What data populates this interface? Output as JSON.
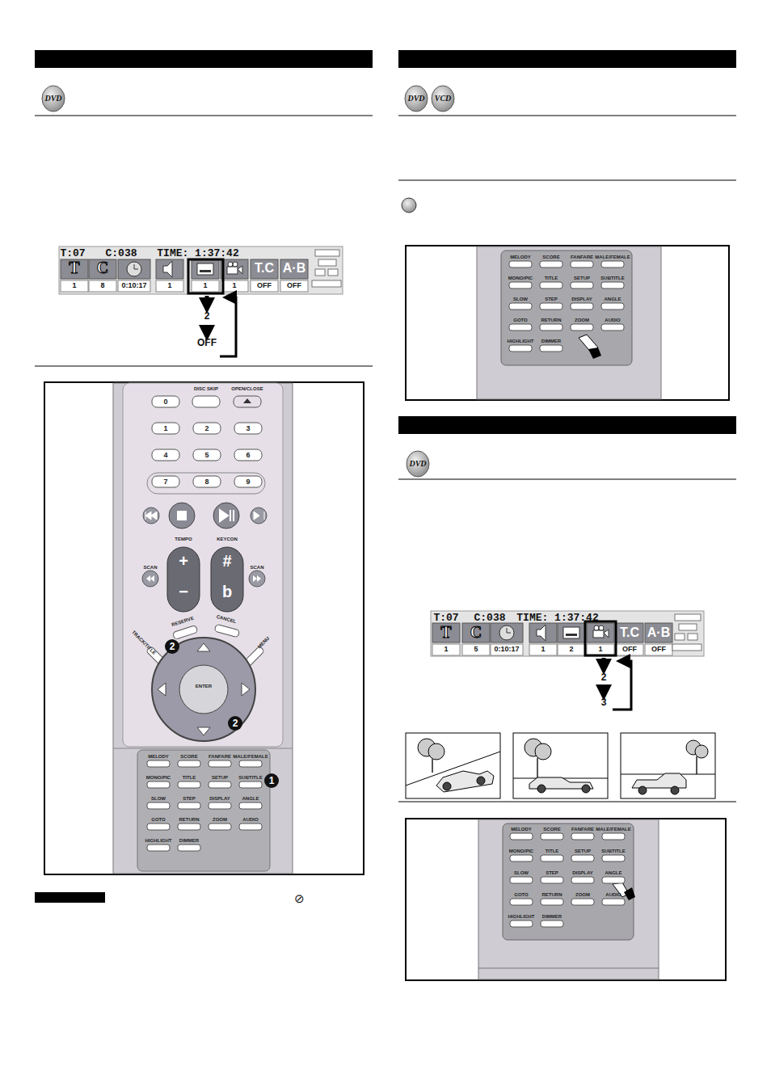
{
  "diagram": {
    "labels": [
      "DVD",
      "T:07",
      "C:038",
      "TIME: 1:37:42",
      "T",
      "C",
      "T.C",
      "A·B",
      "1",
      "8",
      "0:10:17",
      "1",
      "1",
      "1",
      "OFF",
      "OFF",
      "2",
      "OFF",
      "DISC SKIP",
      "OPEN/CLOSE",
      "0",
      "1",
      "2",
      "3",
      "4",
      "5",
      "6",
      "7",
      "8",
      "9",
      "TEMPO",
      "KEYCON",
      "SCAN",
      "SCAN",
      "+",
      "−",
      "#",
      "b",
      "RESERVE",
      "CANCEL",
      "TRACK/TITLE",
      "MENU",
      "ENTER",
      "2",
      "2",
      "1",
      "MELODY",
      "SCORE",
      "FANFARE",
      "MALE/FEMALE",
      "MONO/PIC",
      "TITLE",
      "SETUP",
      "SUBTITLE",
      "SLOW",
      "STEP",
      "DISPLAY",
      "ANGLE",
      "GOTO",
      "RETURN",
      "ZOOM",
      "AUDIO",
      "HIGHLIGHT",
      "DIMMER",
      "⊘",
      "DVD",
      "VCD",
      "MELODY",
      "SCORE",
      "FANFARE",
      "MALE/FEMALE",
      "MONO/PIC",
      "TITLE",
      "SETUP",
      "SUBTITLE",
      "SLOW",
      "STEP",
      "DISPLAY",
      "ANGLE",
      "GOTO",
      "RETURN",
      "ZOOM",
      "AUDIO",
      "HIGHLIGHT",
      "DIMMER",
      "DVD",
      "T:07",
      "C:038",
      "TIME: 1:37:42",
      "T",
      "C",
      "T.C",
      "A·B",
      "1",
      "5",
      "0:10:17",
      "1",
      "2",
      "1",
      "OFF",
      "OFF",
      "2",
      "3",
      "MELODY",
      "SCORE",
      "FANFARE",
      "MALE/FEMALE",
      "MONO/PIC",
      "TITLE",
      "SETUP",
      "SUBTITLE",
      "SLOW",
      "STEP",
      "DISPLAY",
      "ANGLE",
      "GOTO",
      "RETURN",
      "ZOOM",
      "AUDIO",
      "HIGHLIGHT",
      "DIMMER"
    ]
  }
}
